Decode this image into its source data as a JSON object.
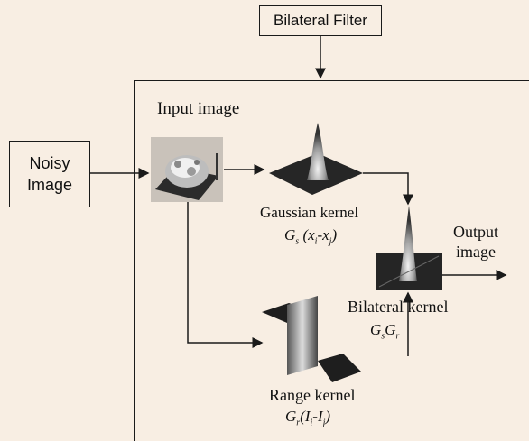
{
  "title": "Bilateral Filter",
  "noisy_input": {
    "line1": "Noisy",
    "line2": "Image"
  },
  "input_image_label": "Input image",
  "gaussian_kernel": {
    "label": "Gaussian kernel",
    "formula_main": "G",
    "formula_sub": "s",
    "formula_arg": "(x",
    "arg_sub1": "i",
    "arg_mid": "-x",
    "arg_sub2": "j",
    "arg_end": ")"
  },
  "bilateral_kernel": {
    "label": "Bilateral kernel",
    "formula_a": "G",
    "sub_a": "s",
    "formula_b": "G",
    "sub_b": "r"
  },
  "range_kernel": {
    "label": "Range kernel",
    "formula_main": "G",
    "formula_sub": "r",
    "arg_open": "(I",
    "arg_sub1": "i",
    "arg_mid": "-I",
    "arg_sub2": "j",
    "arg_end": ")"
  },
  "output": {
    "line1": "Output",
    "line2": "image"
  },
  "colors": {
    "background": "#f8eee3",
    "line": "#1a1a1a",
    "surface_dark": "#2a2a2a",
    "surface_light": "#d8d8d8"
  }
}
